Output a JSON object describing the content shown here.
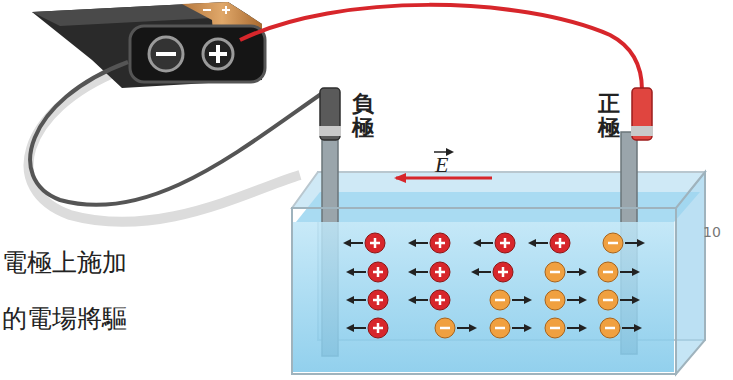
{
  "diagram": {
    "labels": [
      "負極",
      "正極",
      "E",
      "10",
      "電極上施加",
      "的電場將驅"
    ]
  }
}
